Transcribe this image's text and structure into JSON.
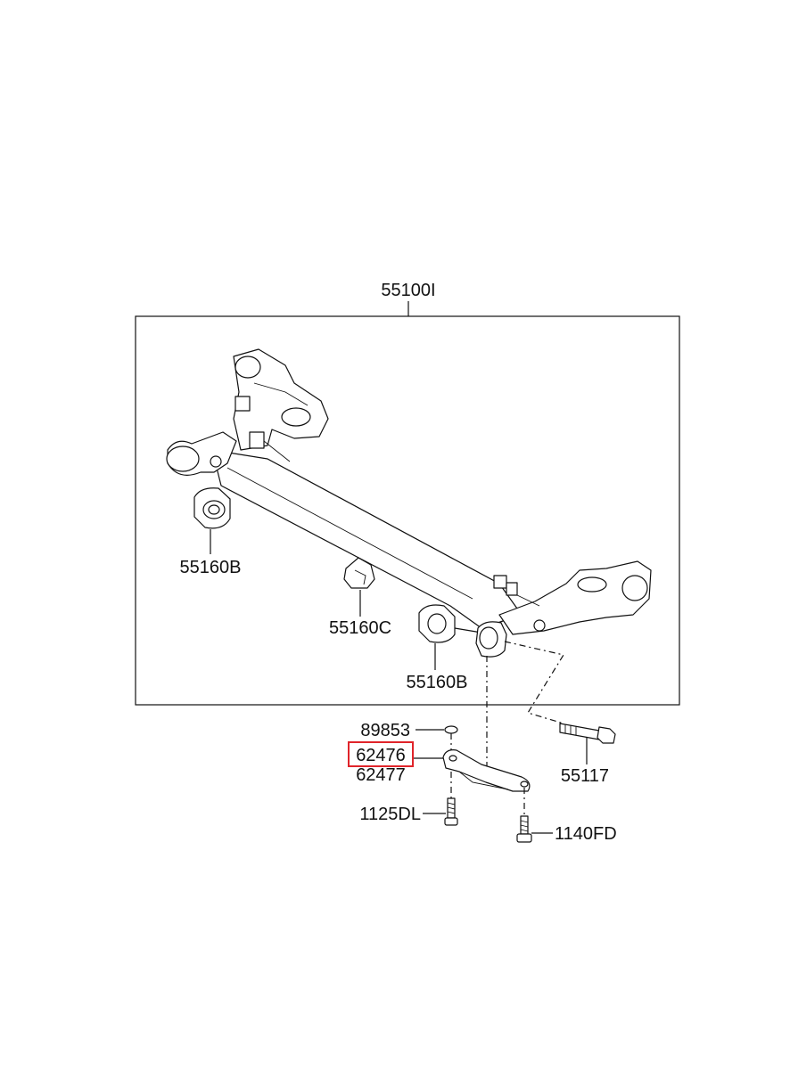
{
  "diagram": {
    "assembly_label": "55100I",
    "labels": {
      "bush_left": "55160B",
      "bracket_mid": "55160C",
      "bush_right": "55160B",
      "washer": "89853",
      "bracket_selected": "62476",
      "bracket_alt": "62477",
      "bolt_small": "1125DL",
      "bolt_long": "55117",
      "bolt_flange": "1140FD"
    },
    "highlight_color": "#e0242a",
    "line_color": "#111111"
  }
}
